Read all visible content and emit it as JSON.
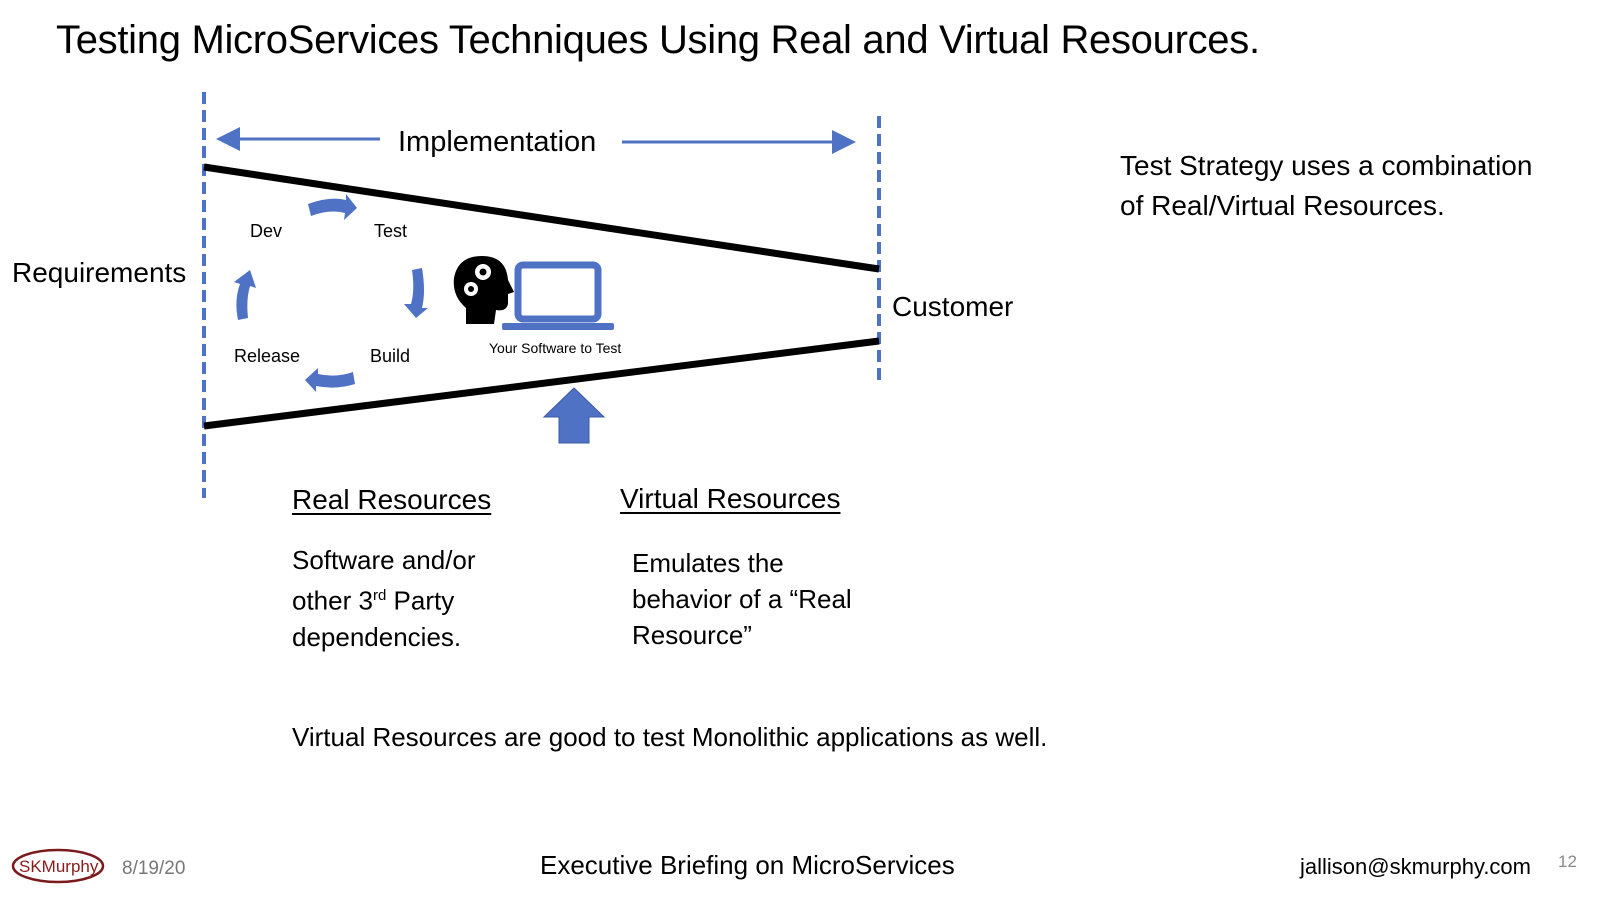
{
  "slide": {
    "title": "Testing MicroServices Techniques Using Real and Virtual Resources.",
    "page_number": "12"
  },
  "diagram": {
    "left_boundary_label": "Requirements",
    "right_boundary_label": "Customer",
    "span_label": "Implementation",
    "cycle": {
      "steps": [
        "Dev",
        "Test",
        "Build",
        "Release"
      ]
    },
    "software_label": "Your Software to Test",
    "icons": [
      "head-gears-icon",
      "laptop-icon",
      "up-arrow-icon"
    ],
    "accent_color": "#4F72C4",
    "funnel_color": "#000000"
  },
  "resources": {
    "real": {
      "heading": "Real Resources",
      "line1": "Software and/or",
      "line2_pre": "other 3",
      "line2_sup": "rd",
      "line2_post": " Party",
      "line3": "dependencies."
    },
    "virtual": {
      "heading": "Virtual Resources",
      "line1": "Emulates the",
      "line2": "behavior of a “Real",
      "line3": "Resource”"
    }
  },
  "strategy_note": "Test Strategy uses a combination of Real/Virtual Resources.",
  "monolithic_note": "Virtual Resources are good to test Monolithic applications as well.",
  "footer": {
    "logo_text": "SKMurphy",
    "date": "8/19/20",
    "center": "Executive Briefing on MicroServices",
    "email": "jallison@skmurphy.com"
  }
}
